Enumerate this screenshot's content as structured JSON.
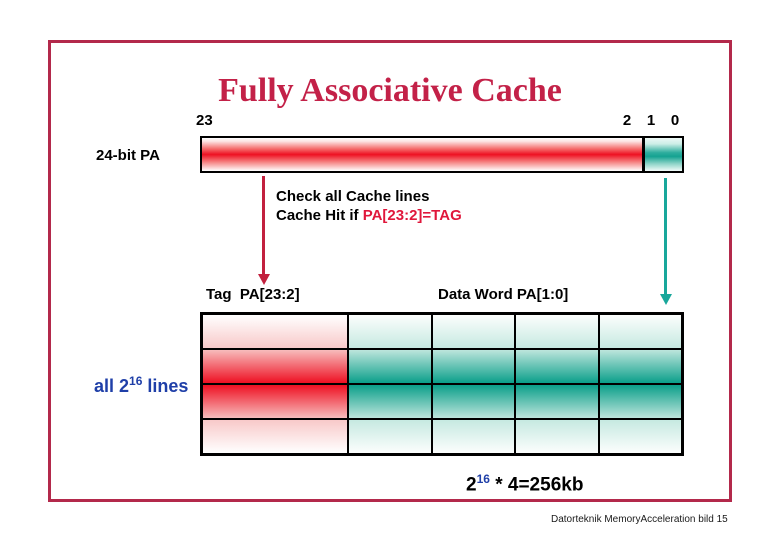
{
  "page": {
    "title": "Fully Associative Cache",
    "footer": "Datorteknik MemoryAcceleration bild 15"
  },
  "pa_bar": {
    "label": "24-bit PA",
    "bit_23": "23",
    "bit_2": "2",
    "bit_1": "1",
    "bit_0": "0"
  },
  "annotations": {
    "check_line1": "Check all Cache lines",
    "check_prefix": "Cache Hit if ",
    "check_highlight": "PA[23:2]=TAG",
    "tag_label": "Tag  PA[23:2]",
    "data_label": "Data Word PA[1:0]"
  },
  "cache": {
    "lines_prefix": "all 2",
    "lines_exponent": "16",
    "lines_suffix": "lines",
    "rows": 4,
    "columns": 5,
    "tag_columns": 1,
    "data_columns": 4
  },
  "formula": {
    "base": "2",
    "exponent": "16",
    "rest": "* 4=256kb"
  },
  "colors": {
    "title_crimson": "#C32148",
    "frame_border": "#B3294B",
    "label_blue": "#1F3FA8",
    "highlight_red": "#E0173B",
    "arrow_red": "#C2203E",
    "arrow_teal": "#18A79B",
    "gradient_red_strong": "#EE1022",
    "gradient_teal_strong": "#0B9F8A"
  }
}
